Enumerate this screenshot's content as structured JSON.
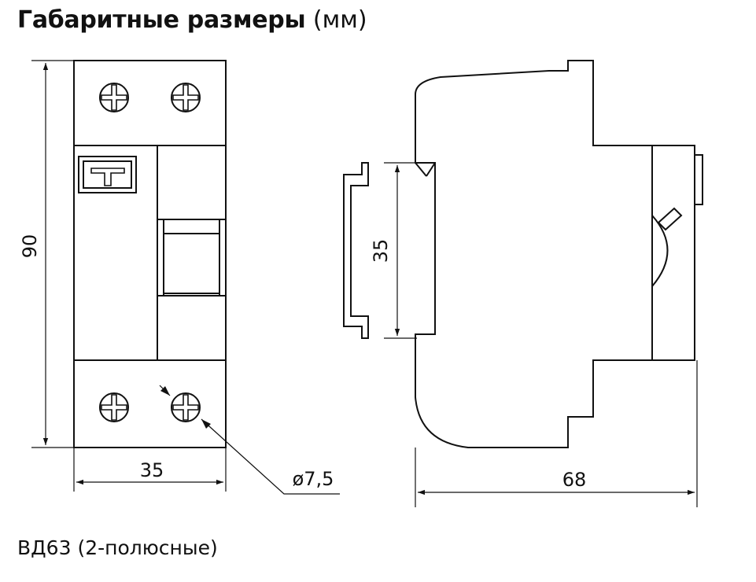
{
  "header": {
    "title_bold": "Габаритные размеры",
    "title_unit": "(мм)"
  },
  "caption": "ВД63 (2-полюсные)",
  "dimensions": {
    "height": "90",
    "width": "35",
    "hole": "ø7,5",
    "rail": "35",
    "depth": "68"
  },
  "colors": {
    "line": "#111111",
    "background": "#ffffff"
  }
}
